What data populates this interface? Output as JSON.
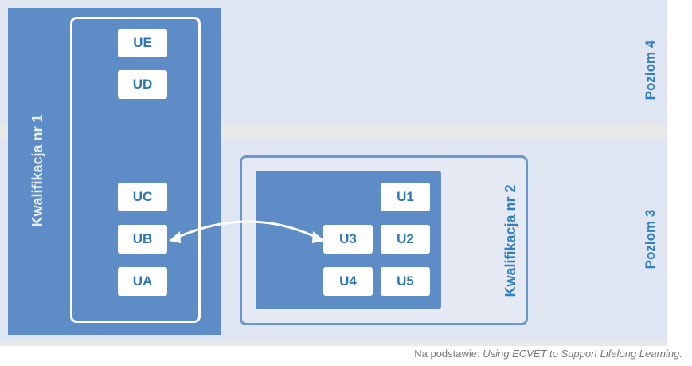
{
  "levels": {
    "level4": "Poziom 4",
    "level3": "Poziom 3"
  },
  "qualification1": {
    "label": "Kwalifikacja nr 1",
    "units": [
      "UE",
      "UD",
      "UC",
      "UB",
      "UA"
    ]
  },
  "qualification2": {
    "label": "Kwalifikacja nr 2",
    "units": [
      "U1",
      "U3",
      "U2",
      "U4",
      "U5"
    ]
  },
  "source": {
    "prefix": "Na podstawie: ",
    "title": "Using ECVET to Support Lifelong Learning."
  },
  "colors": {
    "band": "#dfe5f1",
    "panel": "#5e8cc6",
    "accent_text": "#2f7fc1",
    "unit_text": "#2f76b6",
    "outline": "#6b97ce"
  }
}
